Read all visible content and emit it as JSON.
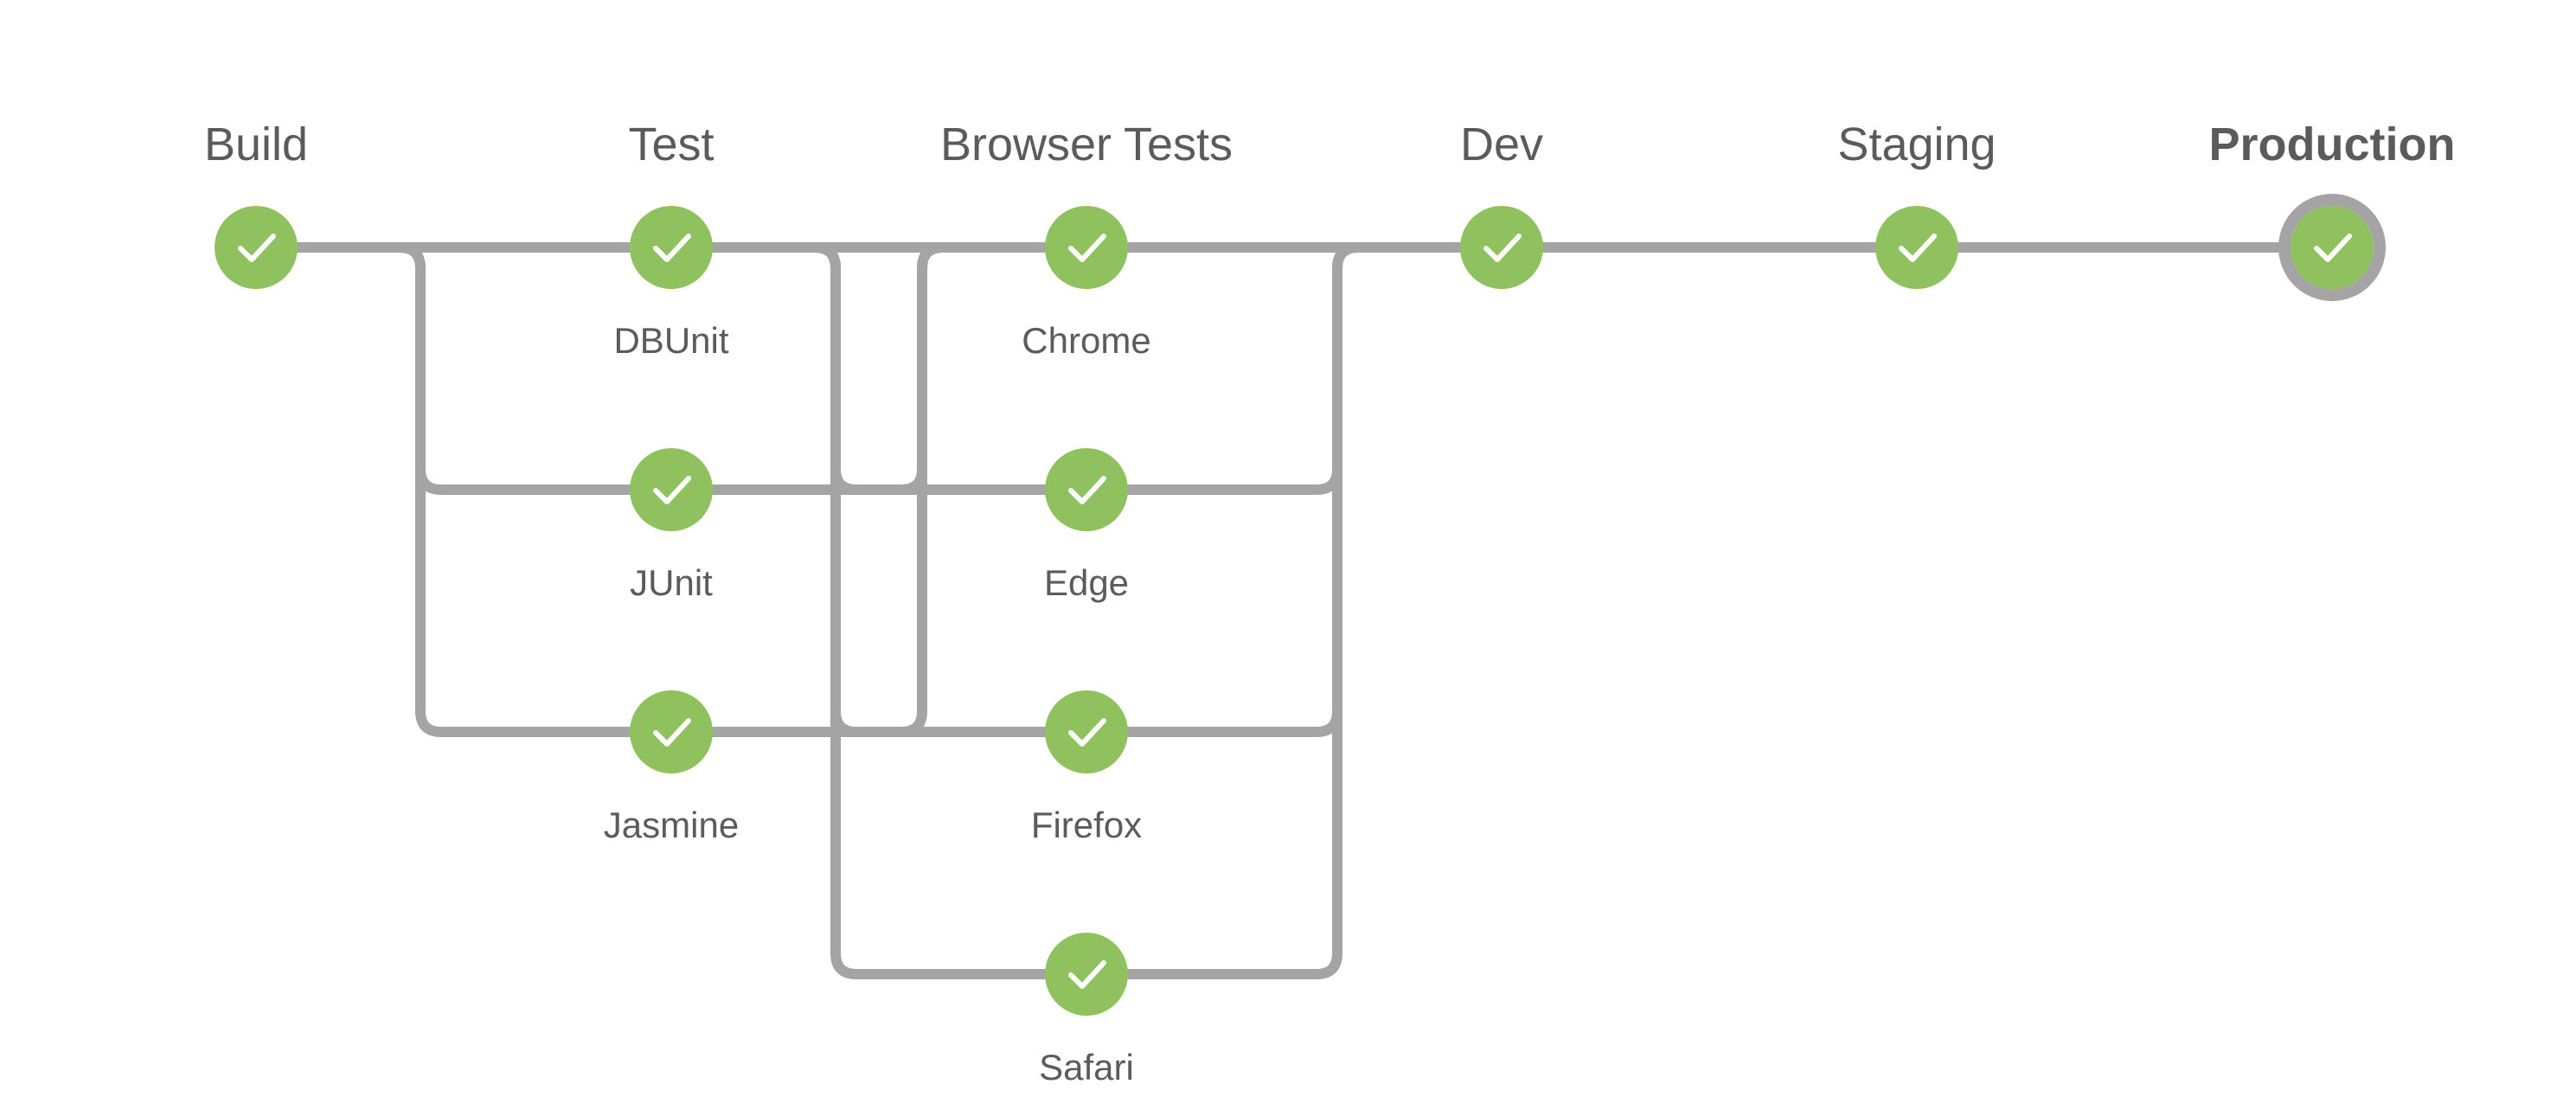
{
  "pipeline": {
    "stages": [
      {
        "title": "Build",
        "status": "success",
        "selected": false,
        "nodes": [
          {
            "label": "",
            "status": "success"
          }
        ]
      },
      {
        "title": "Test",
        "status": "success",
        "selected": false,
        "nodes": [
          {
            "label": "DBUnit",
            "status": "success"
          },
          {
            "label": "JUnit",
            "status": "success"
          },
          {
            "label": "Jasmine",
            "status": "success"
          }
        ]
      },
      {
        "title": "Browser Tests",
        "status": "success",
        "selected": false,
        "nodes": [
          {
            "label": "Chrome",
            "status": "success"
          },
          {
            "label": "Edge",
            "status": "success"
          },
          {
            "label": "Firefox",
            "status": "success"
          },
          {
            "label": "Safari",
            "status": "success"
          }
        ]
      },
      {
        "title": "Dev",
        "status": "success",
        "selected": false,
        "nodes": [
          {
            "label": "",
            "status": "success"
          }
        ]
      },
      {
        "title": "Staging",
        "status": "success",
        "selected": false,
        "nodes": [
          {
            "label": "",
            "status": "success"
          }
        ]
      },
      {
        "title": "Production",
        "status": "success",
        "selected": true,
        "nodes": [
          {
            "label": "",
            "status": "success"
          }
        ]
      }
    ]
  },
  "icons": {
    "node_status": "check-icon"
  },
  "colors": {
    "success": "#8fc25f",
    "connector": "#a4a4a4",
    "text": "#5b5b5b",
    "check": "#ffffff"
  }
}
